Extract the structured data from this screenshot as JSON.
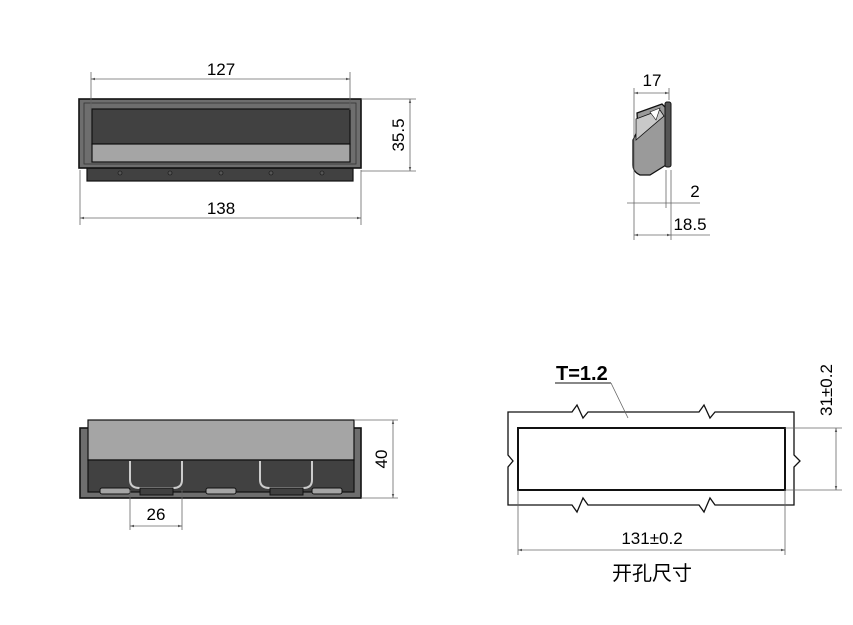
{
  "front_view": {
    "width_inner": "127",
    "width_outer": "138",
    "height": "35.5"
  },
  "side_view": {
    "depth": "17",
    "flange": "2",
    "total_depth": "18.5"
  },
  "bottom_view": {
    "clip_spacing": "26",
    "height": "40"
  },
  "cutout": {
    "thickness": "T=1.2",
    "height": "31±0.2",
    "width": "131±0.2",
    "caption": "开孔尺寸"
  },
  "colors": {
    "dark": "#414141",
    "light": "#a5a5a5",
    "frame": "#6e6e6e"
  }
}
